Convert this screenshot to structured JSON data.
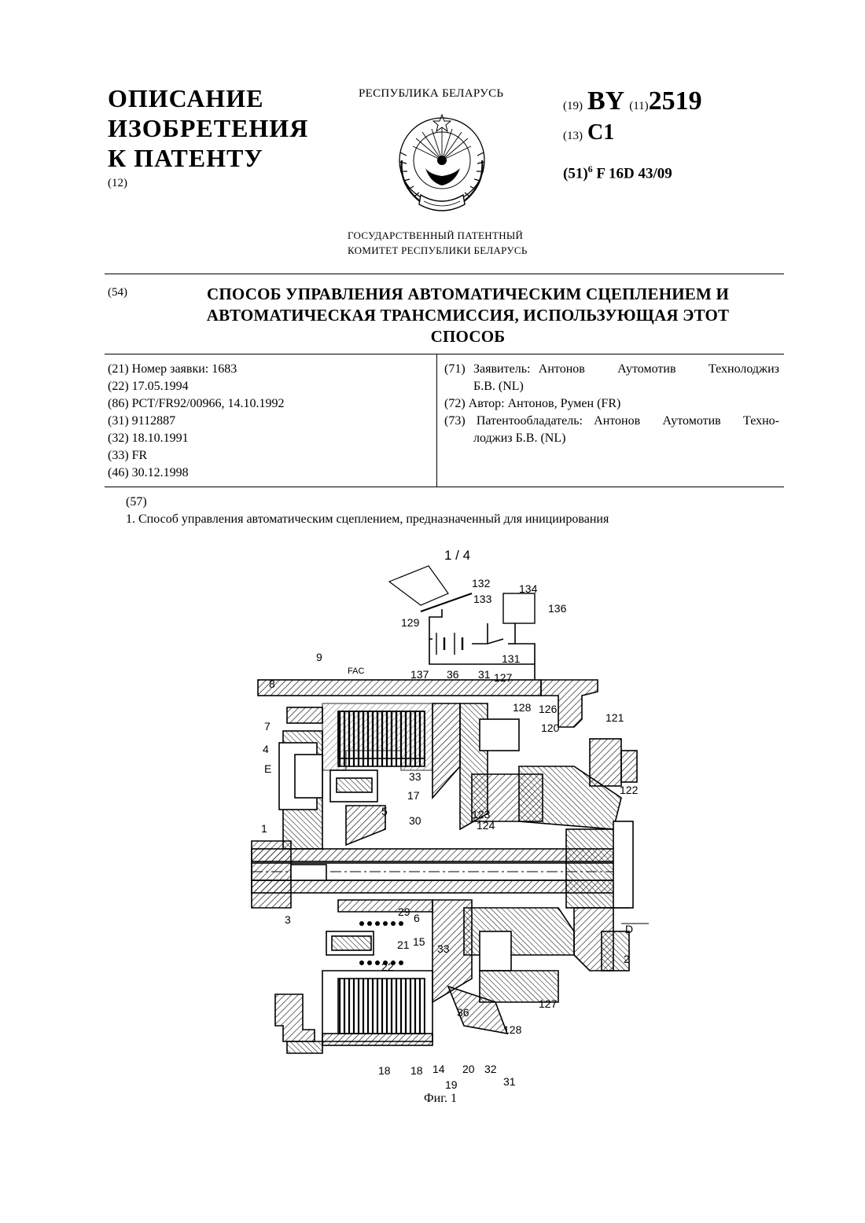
{
  "header": {
    "title_lines": [
      "ОПИСАНИЕ",
      "ИЗОБРЕТЕНИЯ",
      "К  ПАТЕНТУ"
    ],
    "code_12": "(12)",
    "republic": "РЕСПУБЛИКА БЕЛАРУСЬ",
    "committee_line1": "ГОСУДАРСТВЕННЫЙ ПАТЕНТНЫЙ",
    "committee_line2": "КОМИТЕТ РЕСПУБЛИКИ БЕЛАРУСЬ",
    "code_19": "(19)",
    "country": "BY",
    "code_11": "(11)",
    "patent_number": "2519",
    "code_13": "(13)",
    "kind": "C1",
    "code_51": "(51)",
    "ipc_edition": "6",
    "ipc_class": "F 16D 43/09"
  },
  "invention": {
    "code_54": "(54)",
    "title_lines": [
      "СПОСОБ УПРАВЛЕНИЯ АВТОМАТИЧЕСКИМ СЦЕПЛЕНИЕМ И",
      "АВТОМАТИЧЕСКАЯ ТРАНСМИССИЯ, ИСПОЛЬЗУЮЩАЯ ЭТОТ",
      "СПОСОБ"
    ]
  },
  "biblio_left": [
    "(21) Номер заявки: 1683",
    "(22) 17.05.1994",
    "(86) PCT/FR92/00966,  14.10.1992",
    "(31) 9112887",
    "(32) 18.10.1991",
    "(33) FR",
    "(46) 30.12.1998"
  ],
  "biblio_right": {
    "applicant_line1": "(71) Заявитель: Антонов    Аутомотив    Технолоджиз",
    "applicant_line2": "Б.В. (NL)",
    "author": "(72) Автор: Антонов, Румен (FR)",
    "owner_line1": "(73) Патентообладатель: Антонов  Аутомотив  Техно-",
    "owner_line2": "лоджиз Б.В. (NL)"
  },
  "abstract": {
    "code_57": "(57)",
    "claim_start": "1. Способ управления автоматическим сцеплением, предназначенный для инициирования"
  },
  "figure": {
    "sheet": "1 / 4",
    "caption": "Фиг. 1",
    "labels": {
      "l132": "132",
      "l133": "133",
      "l134": "134",
      "l136": "136",
      "l129": "129",
      "l131": "131",
      "l9": "9",
      "lFAC": "FAC",
      "l137": "137",
      "l36a": "36",
      "l31a": "31",
      "l127a": "127",
      "l128a": "128",
      "l126": "126",
      "l121": "121",
      "l120": "120",
      "l8": "8",
      "l7": "7",
      "l4": "4",
      "lE": "E",
      "l33a": "33",
      "l17": "17",
      "l30": "30",
      "l5": "5",
      "l123": "123",
      "l124": "124",
      "l122": "122",
      "l1": "1",
      "l3": "3",
      "l29": "29",
      "l6": "6",
      "l21": "21",
      "l15": "15",
      "l33b": "33",
      "l22": "22",
      "lD": "D",
      "l2": "2",
      "l127b": "127",
      "l36b": "36",
      "l128b": "128",
      "l18a": "18",
      "l18b": "18",
      "l14": "14",
      "l20": "20",
      "l32": "32",
      "l19": "19",
      "l31b": "31"
    }
  }
}
